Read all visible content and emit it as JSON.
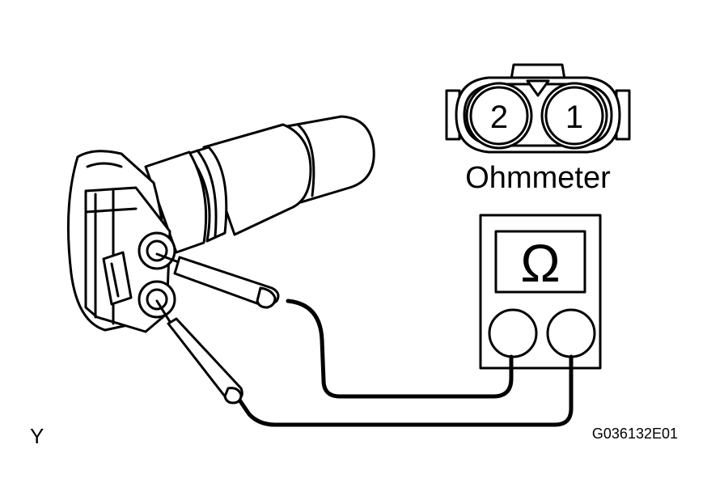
{
  "connector": {
    "pins": [
      {
        "label": "2"
      },
      {
        "label": "1"
      }
    ]
  },
  "meter": {
    "caption": "Ohmmeter",
    "symbol": "Ω"
  },
  "view_label": "Y",
  "figure_code": "G036132E01",
  "colors": {
    "ink": "#000000",
    "background": "#ffffff"
  }
}
